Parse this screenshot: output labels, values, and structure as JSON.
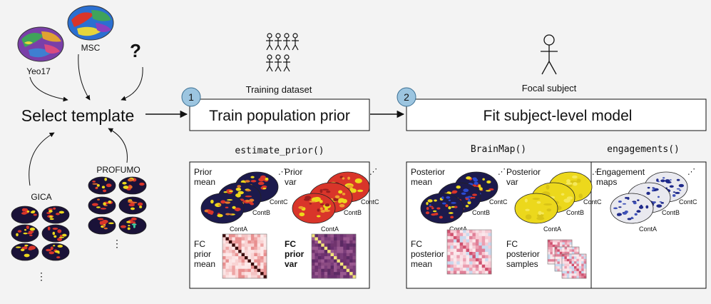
{
  "sources": {
    "yeo": "Yeo17",
    "msc": "MSC",
    "unknown": "?",
    "gica": "GICA",
    "profumo": "PROFUMO",
    "ellipsis": "⋮"
  },
  "select_template": "Select template",
  "step1": {
    "number": "1",
    "caption": "Training dataset",
    "box_label": "Train population prior",
    "function": "estimate_prior()",
    "panels": {
      "prior_mean": [
        "Prior",
        "mean"
      ],
      "prior_var": [
        "Prior",
        "var"
      ],
      "fc_prior_mean": [
        "FC",
        "prior",
        "mean"
      ],
      "fc_prior_var": [
        "FC",
        "prior",
        "var"
      ]
    }
  },
  "step2": {
    "number": "2",
    "caption": "Focal subject",
    "box_label": "Fit subject-level model",
    "functions": [
      "BrainMap()",
      "engagements()"
    ],
    "panels": {
      "posterior_mean": [
        "Posterior",
        "mean"
      ],
      "posterior_var": [
        "Posterior",
        "var"
      ],
      "fc_posterior_mean": [
        "FC",
        "posterior",
        "mean"
      ],
      "fc_posterior_samples": [
        "FC",
        "posterior",
        "samples"
      ],
      "engagement_maps": [
        "Engagement",
        "maps"
      ]
    }
  },
  "stack_labels": [
    "ContC",
    "ContB",
    "ContA"
  ],
  "colors": {
    "background": "#f3f3f3",
    "badge": "#9cc5e0",
    "prior_mean_brain": "#1c1a4c",
    "prior_var_brain": "#d9352a",
    "posterior_var_brain": "#ecd81c",
    "engagement_brain": "#e9e9ef",
    "fc_mean_cell": "#e8b0b0",
    "fc_var_cell": "#7a3d7a"
  }
}
